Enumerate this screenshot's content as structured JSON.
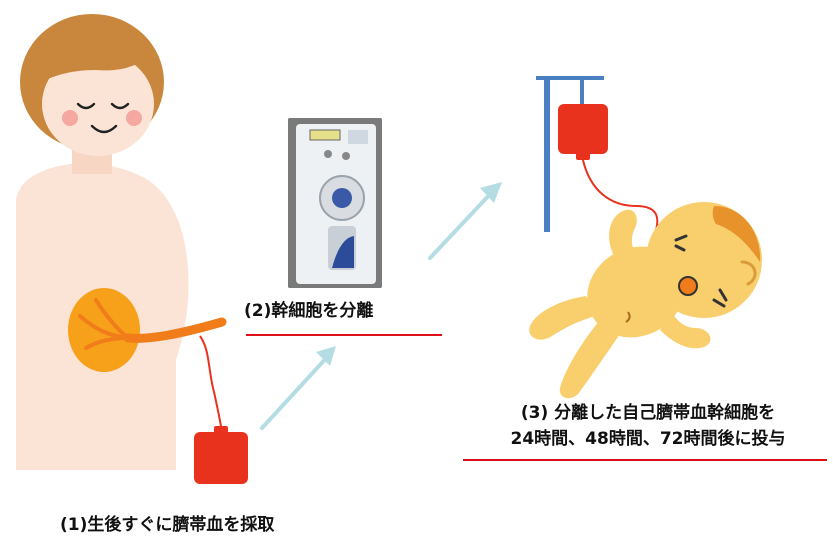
{
  "steps": {
    "step1_label": "(1)生後すぐに臍帯血を採取",
    "step2_label": "(2)幹細胞を分離",
    "step3_line1": "(3) 分離した自己臍帯血幹細胞を",
    "step3_line2": "24時間、48時間、72時間後に投与"
  },
  "colors": {
    "underline": "#e0101a",
    "arrow": "#b4dde3",
    "blood_bag": "#e8321e",
    "tube": "#f07c1a",
    "iv_stand": "#4a7fc1",
    "mother_skin": "#fbe3d6",
    "mother_hair": "#c8873c",
    "baby_skin": "#f8cf6c"
  }
}
